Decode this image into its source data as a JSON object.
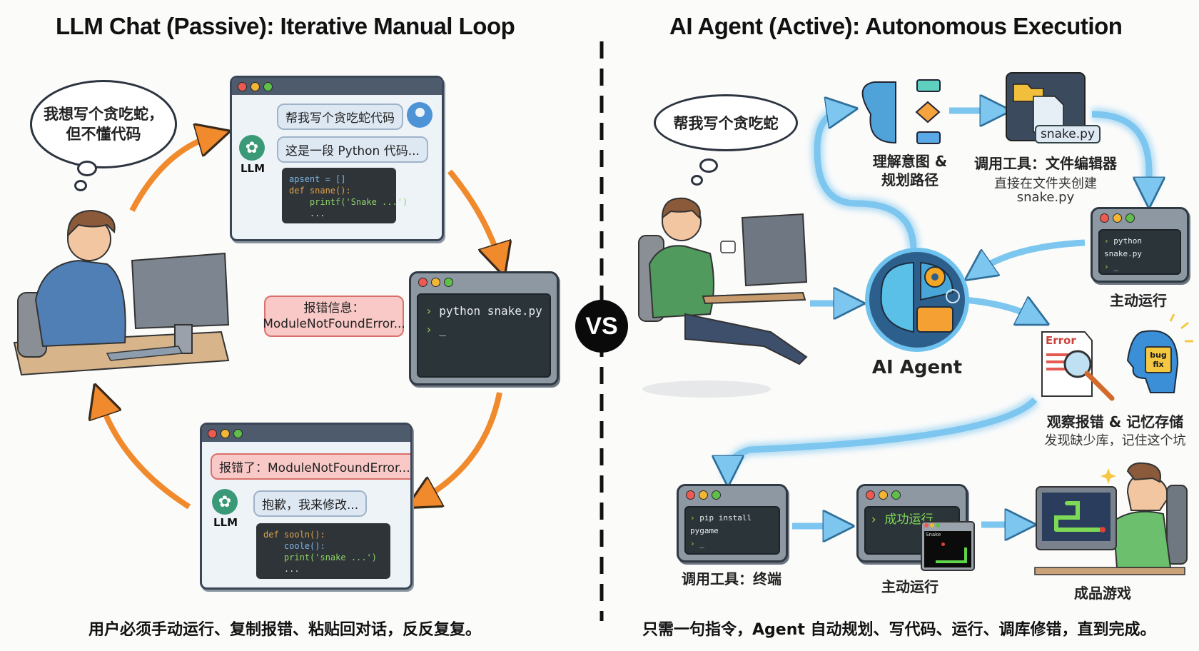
{
  "left": {
    "title": "LLM Chat (Passive): Iterative Manual Loop",
    "thought": [
      "我想写个贪吃蛇，",
      "但不懂代码"
    ],
    "chat_window_1": {
      "user_message": "帮我写个贪吃蛇代码",
      "llm_message": "这是一段 Python 代码...",
      "llm_label": "LLM",
      "code": [
        "apsent = []",
        "def snane():",
        "    printf('Snake ...')",
        "    ..."
      ]
    },
    "terminal": {
      "command": "python snake.py",
      "cursor": "_"
    },
    "error_callout": [
      "报错信息：",
      "ModuleNotFoundError..."
    ],
    "chat_window_2": {
      "user_message": "报错了：ModuleNotFoundError...",
      "llm_message": "抱歉，我来修改...",
      "llm_label": "LLM",
      "code": [
        "def sooln():",
        "    coole():",
        "    print('snake ...')",
        "    ..."
      ]
    },
    "caption": "用户必须手动运行、复制报错、粘贴回对话，反反复复。"
  },
  "divider": {
    "vs_label": "VS"
  },
  "right": {
    "title": "AI Agent (Active): Autonomous Execution",
    "thought": "帮我写个贪吃蛇",
    "plan": {
      "label_line1": "理解意图 &",
      "label_line2": "规划路径"
    },
    "file_editor": {
      "file_chip": "snake.py",
      "label": "调用工具：文件编辑器",
      "sub_line1": "直接在文件夹创建",
      "sub_line2": "snake.py"
    },
    "run_terminal": {
      "command": "python snake.py",
      "cursor": "_",
      "label": "主动运行"
    },
    "agent": {
      "label": "AI Agent"
    },
    "observe": {
      "error_doc": "Error",
      "chip": [
        "bug",
        "fix"
      ],
      "label": "观察报错 & 记忆存储",
      "sub": "发现缺少库，记住这个坑"
    },
    "install_terminal": {
      "command": "pip install pygame",
      "cursor": "_",
      "label": "调用工具：终端"
    },
    "success_terminal": {
      "message": "成功运行",
      "game_window_title": "Snake",
      "label": "主动运行"
    },
    "final": {
      "label": "成品游戏"
    },
    "caption": "只需一句指令，Agent 自动规划、写代码、运行、调库修错，直到完成。"
  },
  "colors": {
    "orange_arrow": "#f08a2c",
    "blue_arrow": "#5ab4e6",
    "error_red": "#d9534f",
    "terminal_green": "#9ad14b"
  }
}
